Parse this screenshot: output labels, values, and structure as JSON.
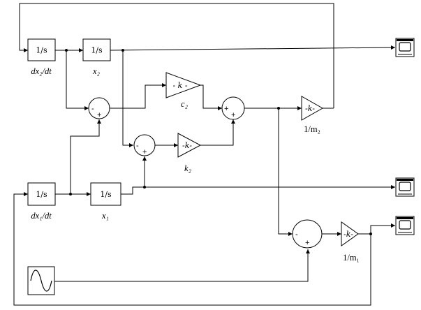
{
  "blocks": {
    "int_dx2": {
      "text": "1/s",
      "label": "dx₂/dt"
    },
    "int_x2": {
      "text": "1/s",
      "label": "x₂"
    },
    "int_dx1": {
      "text": "1/s",
      "label": "dx₁/dt"
    },
    "int_x1": {
      "text": "1/s",
      "label": "x₁"
    },
    "gain_c2": {
      "text": "- k -",
      "label": "c₂"
    },
    "gain_k2": {
      "text": "-k-",
      "label": "k₂"
    },
    "gain_inv_m2": {
      "text": "-k-",
      "label": "1/m₂"
    },
    "gain_inv_m1": {
      "text": "-k-",
      "label": "1/m₁"
    }
  },
  "signs": {
    "sum_top": [
      "-",
      "+"
    ],
    "sum_mid": [
      "-",
      "+"
    ],
    "sum_right": [
      "+",
      "+"
    ],
    "sum_bottom": [
      "-",
      "+"
    ]
  },
  "colors": {
    "line": "#000000",
    "background": "#ffffff"
  }
}
